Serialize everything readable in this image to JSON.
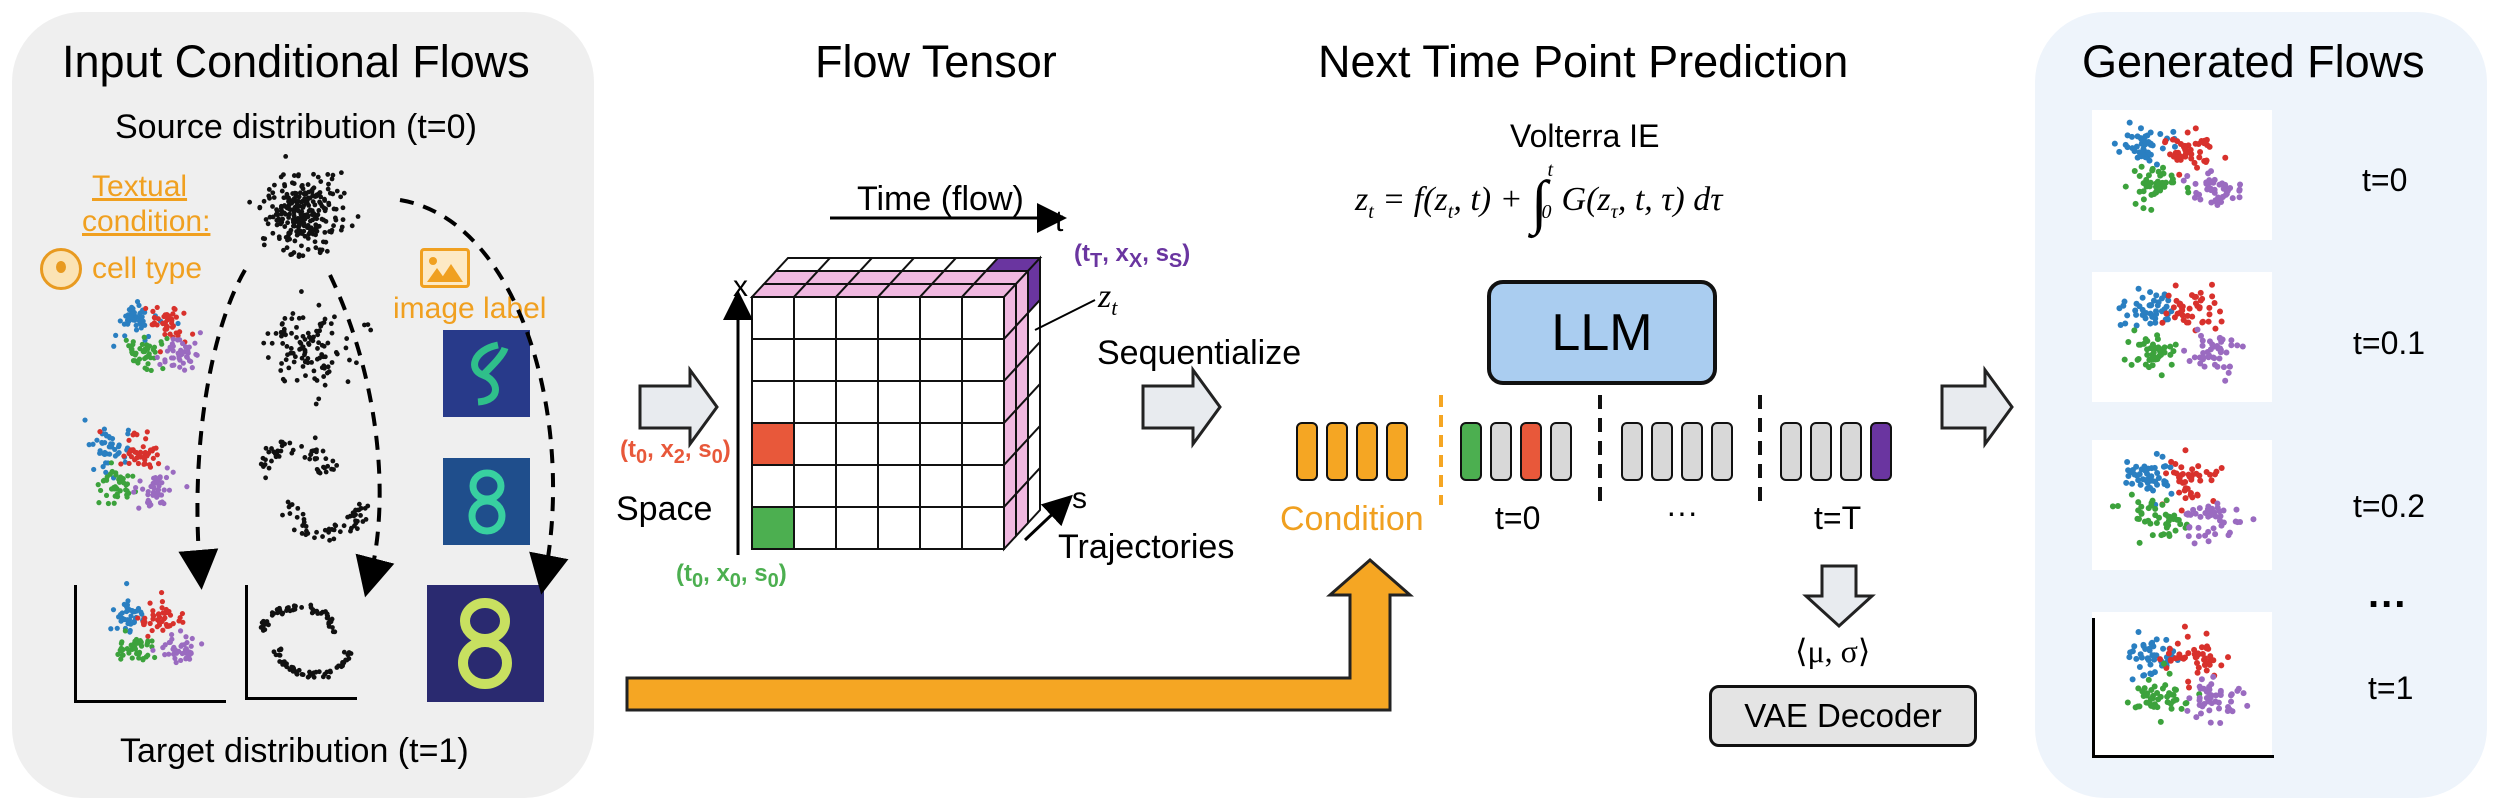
{
  "sections": {
    "input": {
      "title": "Input Conditional Flows",
      "source_label": "Source distribution (t=0)",
      "target_label": "Target distribution (t=1)",
      "textual_condition_line1": "Textual",
      "textual_condition_line2": "condition:",
      "cell_type": "cell type",
      "image_label": "image label"
    },
    "tensor": {
      "title": "Flow Tensor",
      "time_axis": "Time (flow)",
      "t_axis": "t",
      "x_axis": "x",
      "s_axis": "s",
      "space_label": "Space",
      "trajectories_label": "Trajectories",
      "zt_label": "z",
      "zt_sub": "t",
      "point_final": {
        "parts": [
          "(t",
          "T",
          ", x",
          "X",
          ", s",
          "S",
          ")"
        ]
      },
      "point_red": {
        "parts": [
          "(t",
          "0",
          ", x",
          "2",
          ", s",
          "0",
          ")"
        ]
      },
      "point_green": {
        "parts": [
          "(t",
          "0",
          ", x",
          "0",
          ", s",
          "0",
          ")"
        ]
      },
      "colors": {
        "red": "#e8583a",
        "green": "#4caf50",
        "purple": "#6a35a0",
        "pink": "#f0b8e0",
        "orange": "#f5a623"
      }
    },
    "prediction": {
      "title": "Next Time Point Prediction",
      "subtitle": "Volterra IE",
      "llm": "LLM",
      "sequentialize": "Sequentialize",
      "condition": "Condition",
      "t0": "t=0",
      "ellipsis": "···",
      "tT": "t=T",
      "mu_sigma": "⟨μ, σ⟩",
      "vae_decoder": "VAE Decoder"
    },
    "generated": {
      "title": "Generated Flows",
      "steps": [
        "t=0",
        "t=0.1",
        "t=0.2",
        "...",
        "t=1"
      ]
    }
  }
}
